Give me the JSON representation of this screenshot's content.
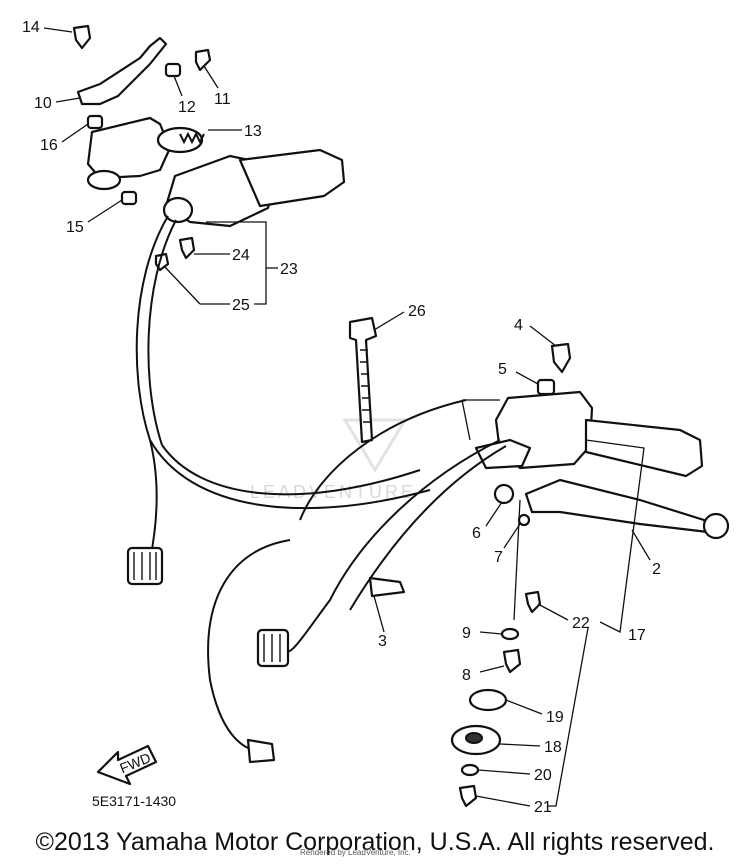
{
  "diagram": {
    "callouts": [
      "14",
      "10",
      "12",
      "11",
      "16",
      "13",
      "15",
      "24",
      "23",
      "25",
      "26",
      "4",
      "5",
      "6",
      "7",
      "2",
      "22",
      "17",
      "9",
      "8",
      "19",
      "18",
      "20",
      "21",
      "3"
    ],
    "fwd_label": "FWD",
    "diagram_code": "5E3171-1430",
    "watermark": "LEADVENTURE"
  },
  "footer": {
    "copyright": "©2013 Yamaha Motor Corporation, U.S.A. All rights reserved.",
    "credit": "Rendered by LeadVenture, Inc."
  }
}
